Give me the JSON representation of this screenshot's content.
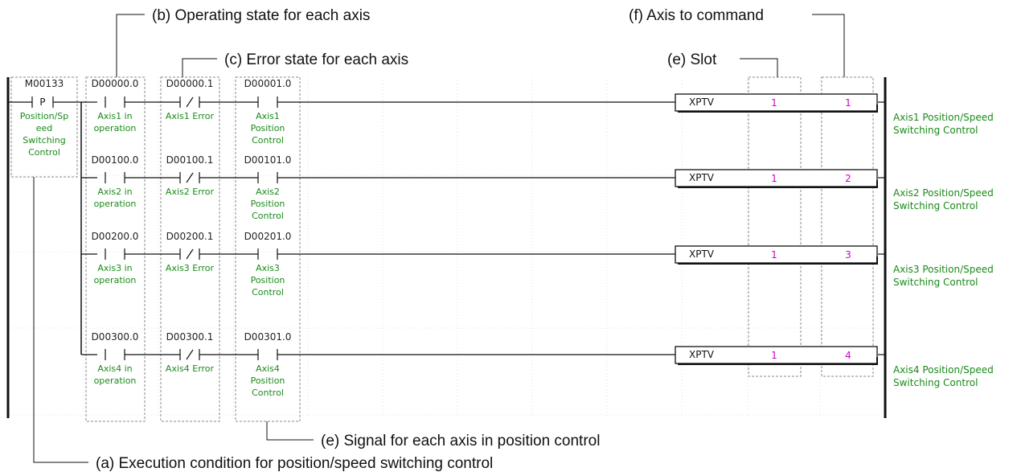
{
  "annotations": {
    "a": "(a) Execution condition for position/speed switching control",
    "b": "(b) Operating state for each axis",
    "c": "(c) Error state for each axis",
    "e_slot": "(e) Slot",
    "e_signal": "(e) Signal for each axis in position control",
    "f": "(f) Axis to command"
  },
  "condition": {
    "address": "M00133",
    "symbol": "P",
    "label_lines": [
      "Position/Sp",
      "eed",
      "Switching",
      "Control"
    ]
  },
  "rungs": [
    {
      "op_contact": {
        "address": "D00000.0",
        "label_lines": [
          "Axis1 in",
          "operation"
        ]
      },
      "err_contact": {
        "address": "D00000.1",
        "label_lines": [
          "Axis1 Error"
        ]
      },
      "pos_contact": {
        "address": "D00001.0",
        "label_lines": [
          "Axis1",
          "Position",
          "Control"
        ]
      },
      "instruction": {
        "name": "XPTV",
        "slot": "1",
        "axis": "1"
      },
      "description_lines": [
        "Axis1 Position/Speed",
        "Switching Control"
      ]
    },
    {
      "op_contact": {
        "address": "D00100.0",
        "label_lines": [
          "Axis2 in",
          "operation"
        ]
      },
      "err_contact": {
        "address": "D00100.1",
        "label_lines": [
          "Axis2 Error"
        ]
      },
      "pos_contact": {
        "address": "D00101.0",
        "label_lines": [
          "Axis2",
          "Position",
          "Control"
        ]
      },
      "instruction": {
        "name": "XPTV",
        "slot": "1",
        "axis": "2"
      },
      "description_lines": [
        "Axis2 Position/Speed",
        "Switching Control"
      ]
    },
    {
      "op_contact": {
        "address": "D00200.0",
        "label_lines": [
          "Axis3 in",
          "operation"
        ]
      },
      "err_contact": {
        "address": "D00200.1",
        "label_lines": [
          "Axis3 Error"
        ]
      },
      "pos_contact": {
        "address": "D00201.0",
        "label_lines": [
          "Axis3",
          "Position",
          "Control"
        ]
      },
      "instruction": {
        "name": "XPTV",
        "slot": "1",
        "axis": "3"
      },
      "description_lines": [
        "Axis3 Position/Speed",
        "Switching Control"
      ]
    },
    {
      "op_contact": {
        "address": "D00300.0",
        "label_lines": [
          "Axis4 in",
          "operation"
        ]
      },
      "err_contact": {
        "address": "D00300.1",
        "label_lines": [
          "Axis4 Error"
        ]
      },
      "pos_contact": {
        "address": "D00301.0",
        "label_lines": [
          "Axis4",
          "Position",
          "Control"
        ]
      },
      "instruction": {
        "name": "XPTV",
        "slot": "1",
        "axis": "4"
      },
      "description_lines": [
        "Axis4 Position/Speed",
        "Switching Control"
      ]
    }
  ],
  "colors": {
    "label_green": "#1a8a1a",
    "operand_magenta": "#cc00cc",
    "line": "#111111",
    "dashed": "#888888"
  }
}
